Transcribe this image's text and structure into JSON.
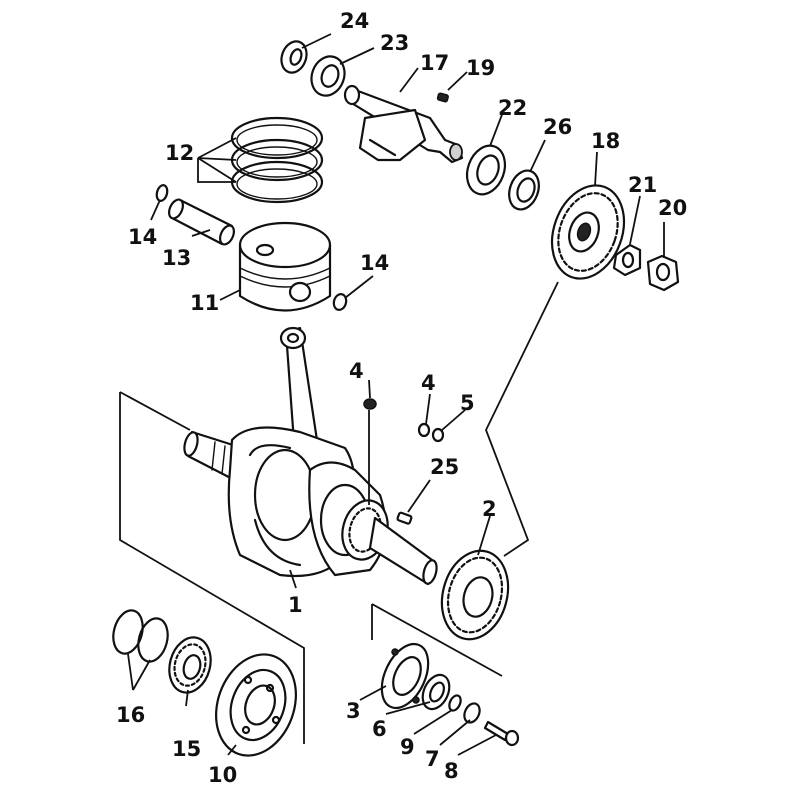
{
  "parts": [
    {
      "id": "p1",
      "number": "1"
    },
    {
      "id": "p2",
      "number": "2"
    },
    {
      "id": "p3",
      "number": "3"
    },
    {
      "id": "p4a",
      "number": "4"
    },
    {
      "id": "p4b",
      "number": "4"
    },
    {
      "id": "p5",
      "number": "5"
    },
    {
      "id": "p6",
      "number": "6"
    },
    {
      "id": "p7",
      "number": "7"
    },
    {
      "id": "p8",
      "number": "8"
    },
    {
      "id": "p9",
      "number": "9"
    },
    {
      "id": "p10",
      "number": "10"
    },
    {
      "id": "p11",
      "number": "11"
    },
    {
      "id": "p12",
      "number": "12"
    },
    {
      "id": "p13",
      "number": "13"
    },
    {
      "id": "p14a",
      "number": "14"
    },
    {
      "id": "p14b",
      "number": "14"
    },
    {
      "id": "p15",
      "number": "15"
    },
    {
      "id": "p16",
      "number": "16"
    },
    {
      "id": "p17",
      "number": "17"
    },
    {
      "id": "p18",
      "number": "18"
    },
    {
      "id": "p19",
      "number": "19"
    },
    {
      "id": "p20",
      "number": "20"
    },
    {
      "id": "p21",
      "number": "21"
    },
    {
      "id": "p22",
      "number": "22"
    },
    {
      "id": "p23",
      "number": "23"
    },
    {
      "id": "p24",
      "number": "24"
    },
    {
      "id": "p25",
      "number": "25"
    },
    {
      "id": "p26",
      "number": "26"
    }
  ]
}
